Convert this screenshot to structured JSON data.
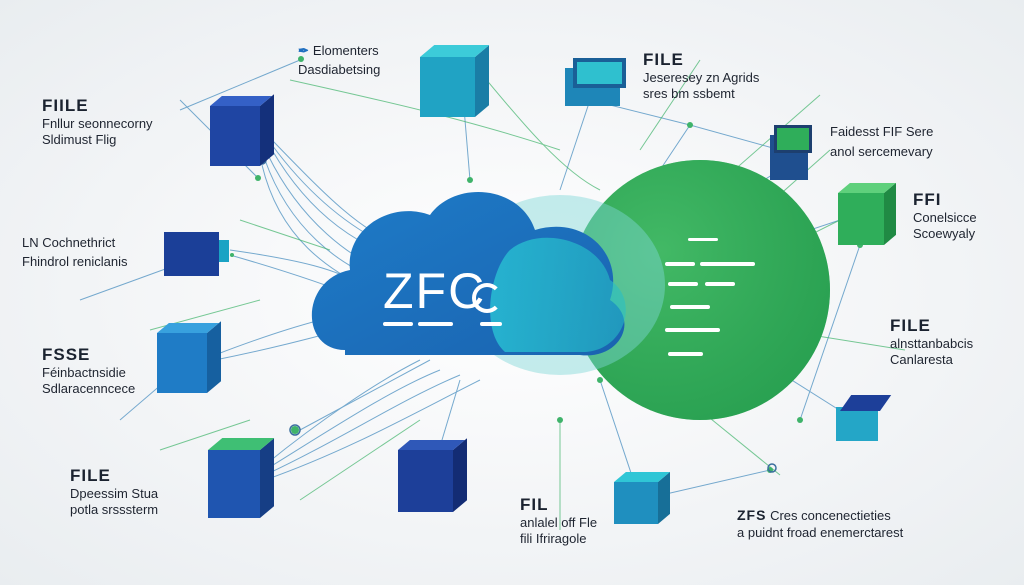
{
  "center": {
    "title": "ZFC"
  },
  "nodes": {
    "top_left": {
      "icon": "✒",
      "line1": "Elomenters",
      "line2": "Dasdiabetsing"
    },
    "top_center": {
      "heading": "FILE",
      "line1": "Jeseresey zn Agrids",
      "line2": "sres bm ssbemt"
    },
    "left_upper": {
      "heading": "FIILE",
      "line1": "Fnllur seonnecorny",
      "line2": "Sldimust Flig"
    },
    "right_upper": {
      "line1": "Faidesst FIF Sere",
      "line2": "anol sercemevary"
    },
    "left_mid": {
      "line1": "LN Cochnethrict",
      "line2": "Fhindrol reniclanis"
    },
    "right_mid": {
      "heading": "FFI",
      "line1": "Conelsicce",
      "line2": "Scoewyaly"
    },
    "left_lower": {
      "heading": "FSSE",
      "line1": "Féinbactnsidie",
      "line2": "Sdlaracenncece"
    },
    "right_lower": {
      "heading": "FILE",
      "line1": "alnsttanbabcis",
      "line2": "Canlaresta"
    },
    "bottom_left": {
      "heading": "FILE",
      "line1": "Dpeessim Stua",
      "line2": "potla srsssterm"
    },
    "bottom_center": {
      "heading": "FIL",
      "line1": "anlalel off Fle",
      "line2": "fili Ifriragole"
    },
    "bottom_right": {
      "heading": "ZFS",
      "line1": "Cres concenectieties",
      "line2": "a puidnt froad enemerctarest"
    }
  },
  "colors": {
    "blue": "#1f7cc6",
    "navy": "#1d3f99",
    "teal": "#22aabf",
    "green": "#2fae5a",
    "line": "#4a8fc0"
  }
}
